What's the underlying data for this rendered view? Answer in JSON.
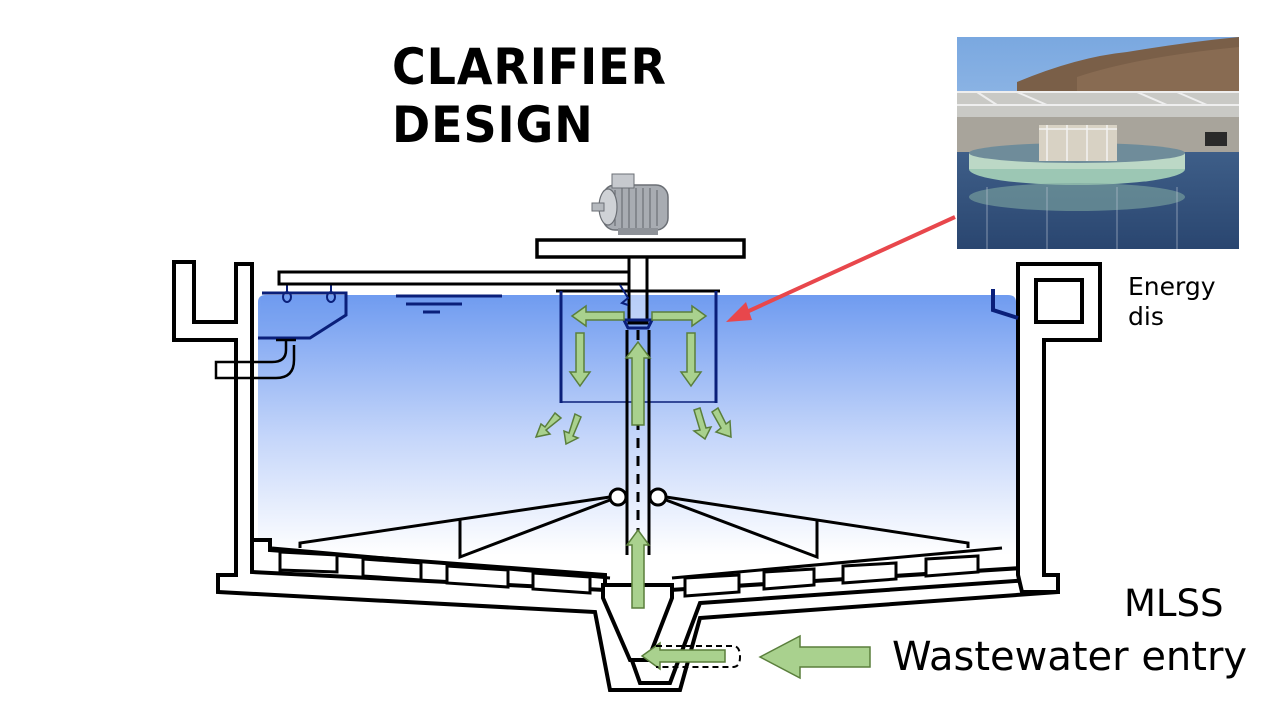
{
  "title": "CLARIFIER DESIGN",
  "labels": {
    "energy_line1": "Energy",
    "energy_line2": "dis",
    "mlss": "MLSS",
    "wastewater_entry": "Wastewater entry"
  },
  "colors": {
    "water_top": "#6f9bf0",
    "water_bottom": "#ffffff",
    "arrow_fill": "#a9d18e",
    "arrow_stroke": "#5a7f3c",
    "callout_arrow": "#e8474c",
    "structure": "#000000",
    "navy": "#0a1f7a"
  },
  "icons": {
    "motor": "electric-motor-icon",
    "photo": "clarifier-photo",
    "water_level": "water-level-symbol"
  }
}
